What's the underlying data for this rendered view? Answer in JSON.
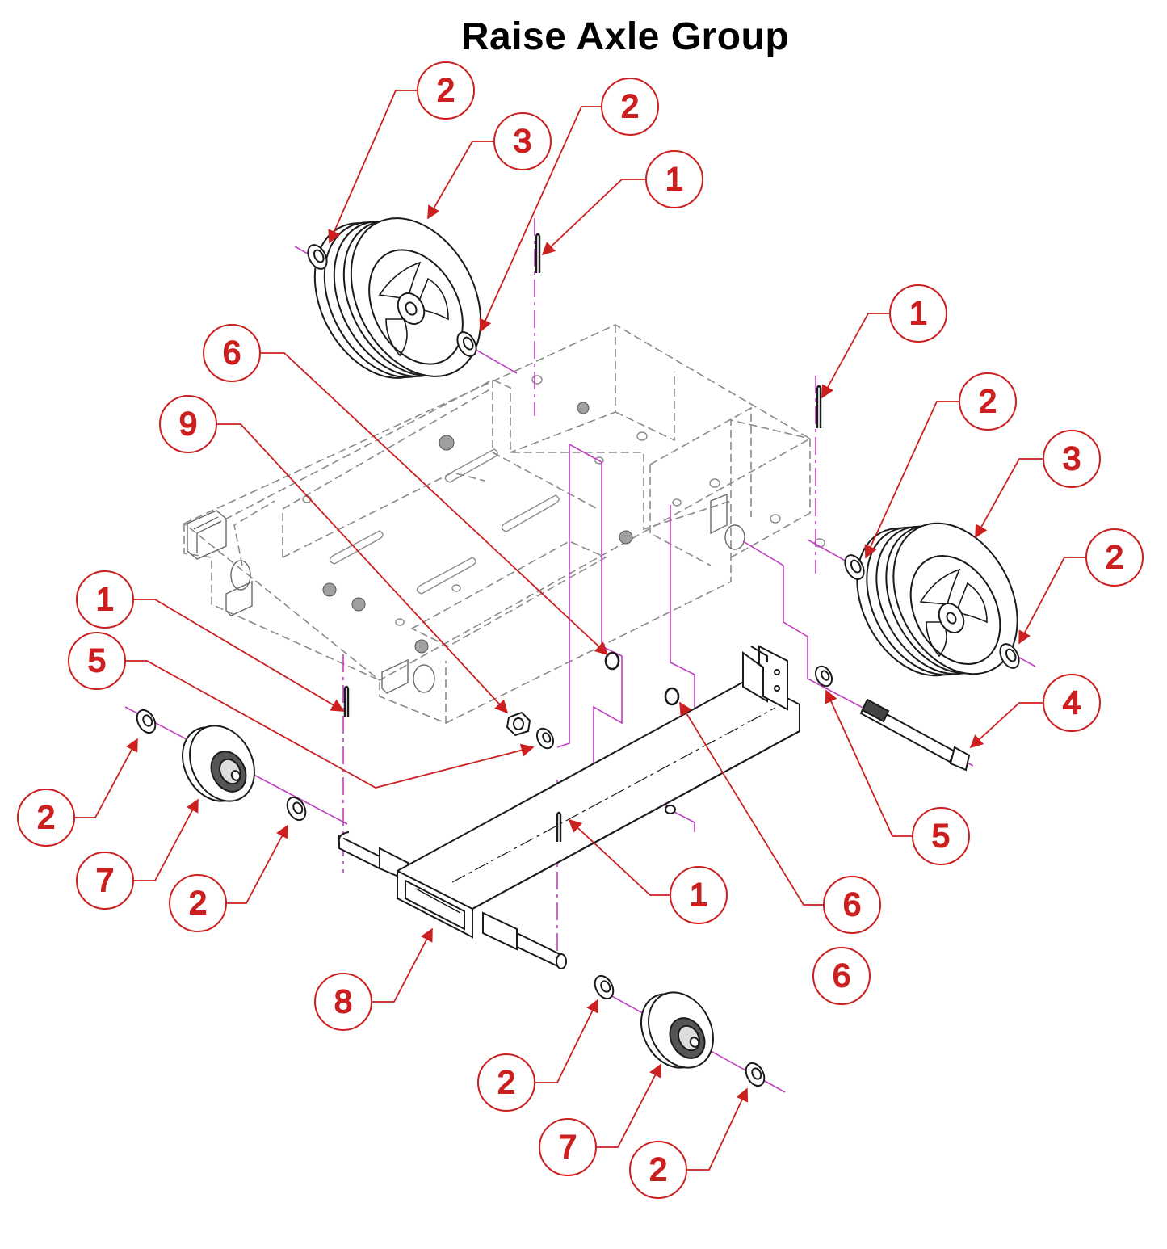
{
  "title": "Raise Axle Group",
  "colors": {
    "callout": "#cc1f1f",
    "centerline": "#c040c0",
    "ink": "#1a1a1a",
    "phantom": "#8a8a8a"
  },
  "callouts": [
    {
      "id": "c1",
      "label": "2"
    },
    {
      "id": "c2",
      "label": "3"
    },
    {
      "id": "c3",
      "label": "2"
    },
    {
      "id": "c4",
      "label": "1"
    },
    {
      "id": "c5",
      "label": "6"
    },
    {
      "id": "c6",
      "label": "9"
    },
    {
      "id": "c7",
      "label": "1"
    },
    {
      "id": "c8",
      "label": "2"
    },
    {
      "id": "c9",
      "label": "3"
    },
    {
      "id": "c10",
      "label": "2"
    },
    {
      "id": "c11",
      "label": "1"
    },
    {
      "id": "c12",
      "label": "5"
    },
    {
      "id": "c13",
      "label": "4"
    },
    {
      "id": "c14",
      "label": "5"
    },
    {
      "id": "c15",
      "label": "2"
    },
    {
      "id": "c16",
      "label": "7"
    },
    {
      "id": "c17",
      "label": "2"
    },
    {
      "id": "c18",
      "label": "1"
    },
    {
      "id": "c19",
      "label": "6"
    },
    {
      "id": "c20",
      "label": "6"
    },
    {
      "id": "c21",
      "label": "8"
    },
    {
      "id": "c22",
      "label": "2"
    },
    {
      "id": "c23",
      "label": "7"
    },
    {
      "id": "c24",
      "label": "2"
    }
  ]
}
